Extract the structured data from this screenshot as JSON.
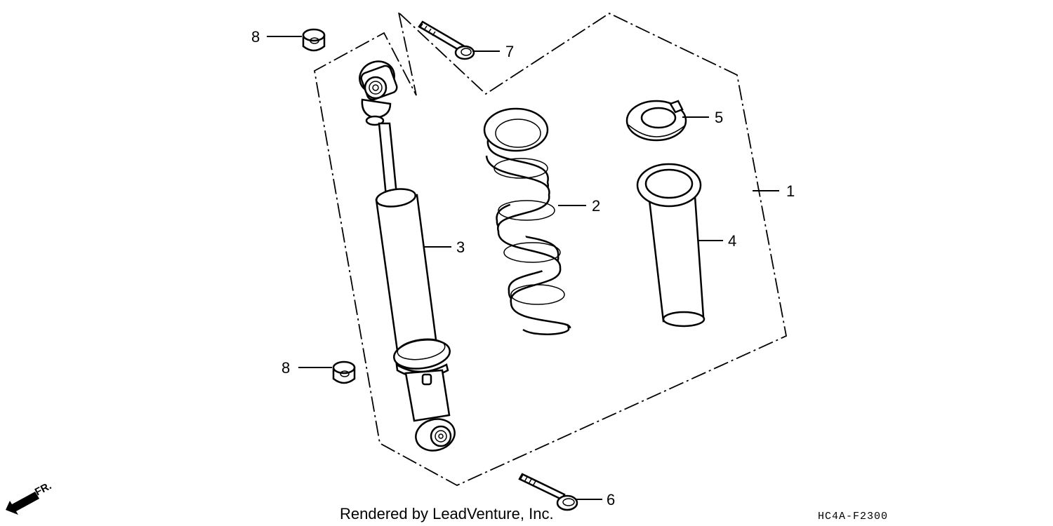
{
  "diagram": {
    "callouts": [
      {
        "id": "1",
        "label": "1",
        "part": "shock-absorber-assembly"
      },
      {
        "id": "2",
        "label": "2",
        "part": "spring"
      },
      {
        "id": "3",
        "label": "3",
        "part": "damper"
      },
      {
        "id": "4",
        "label": "4",
        "part": "dust-boot"
      },
      {
        "id": "5",
        "label": "5",
        "part": "spring-seat-stopper"
      },
      {
        "id": "6",
        "label": "6",
        "part": "lower-bolt"
      },
      {
        "id": "7",
        "label": "7",
        "part": "upper-bolt"
      },
      {
        "id": "8a",
        "label": "8",
        "part": "upper-nut"
      },
      {
        "id": "8b",
        "label": "8",
        "part": "lower-nut"
      }
    ],
    "direction_label": "FR.",
    "footer_credit": "Rendered by LeadVenture, Inc.",
    "diagram_code": "HC4A-F2300"
  }
}
